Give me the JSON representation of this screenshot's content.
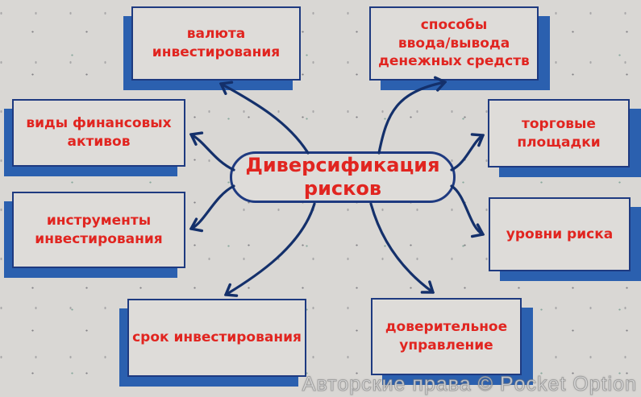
{
  "diagram": {
    "title_semantic": "risk diversification mind map",
    "center": {
      "label": "Диверсификация\nрисков"
    },
    "nodes": [
      {
        "id": "currency",
        "label": "валюта\nинвестирования"
      },
      {
        "id": "deposit-withdrawal",
        "label": "способы\nввода/вывода\nденежных средств"
      },
      {
        "id": "asset-types",
        "label": "виды финансовых\nактивов"
      },
      {
        "id": "trading-platforms",
        "label": "торговые\nплощадки"
      },
      {
        "id": "instruments",
        "label": "инструменты\nинвестирования"
      },
      {
        "id": "risk-levels",
        "label": "уровни риска"
      },
      {
        "id": "investment-term",
        "label": "срок инвестирования"
      },
      {
        "id": "trust-management",
        "label": "доверительное\nуправление"
      }
    ],
    "colors": {
      "background": "#d9d7d4",
      "box_fill": "#dedcd9",
      "box_border": "#1e3a80",
      "box_shadow": "#2b60af",
      "arrow": "#14306b",
      "text": "#e12520",
      "watermark_text": "#e4e4e4"
    },
    "watermark": "Авторские права © Pocket Option"
  }
}
